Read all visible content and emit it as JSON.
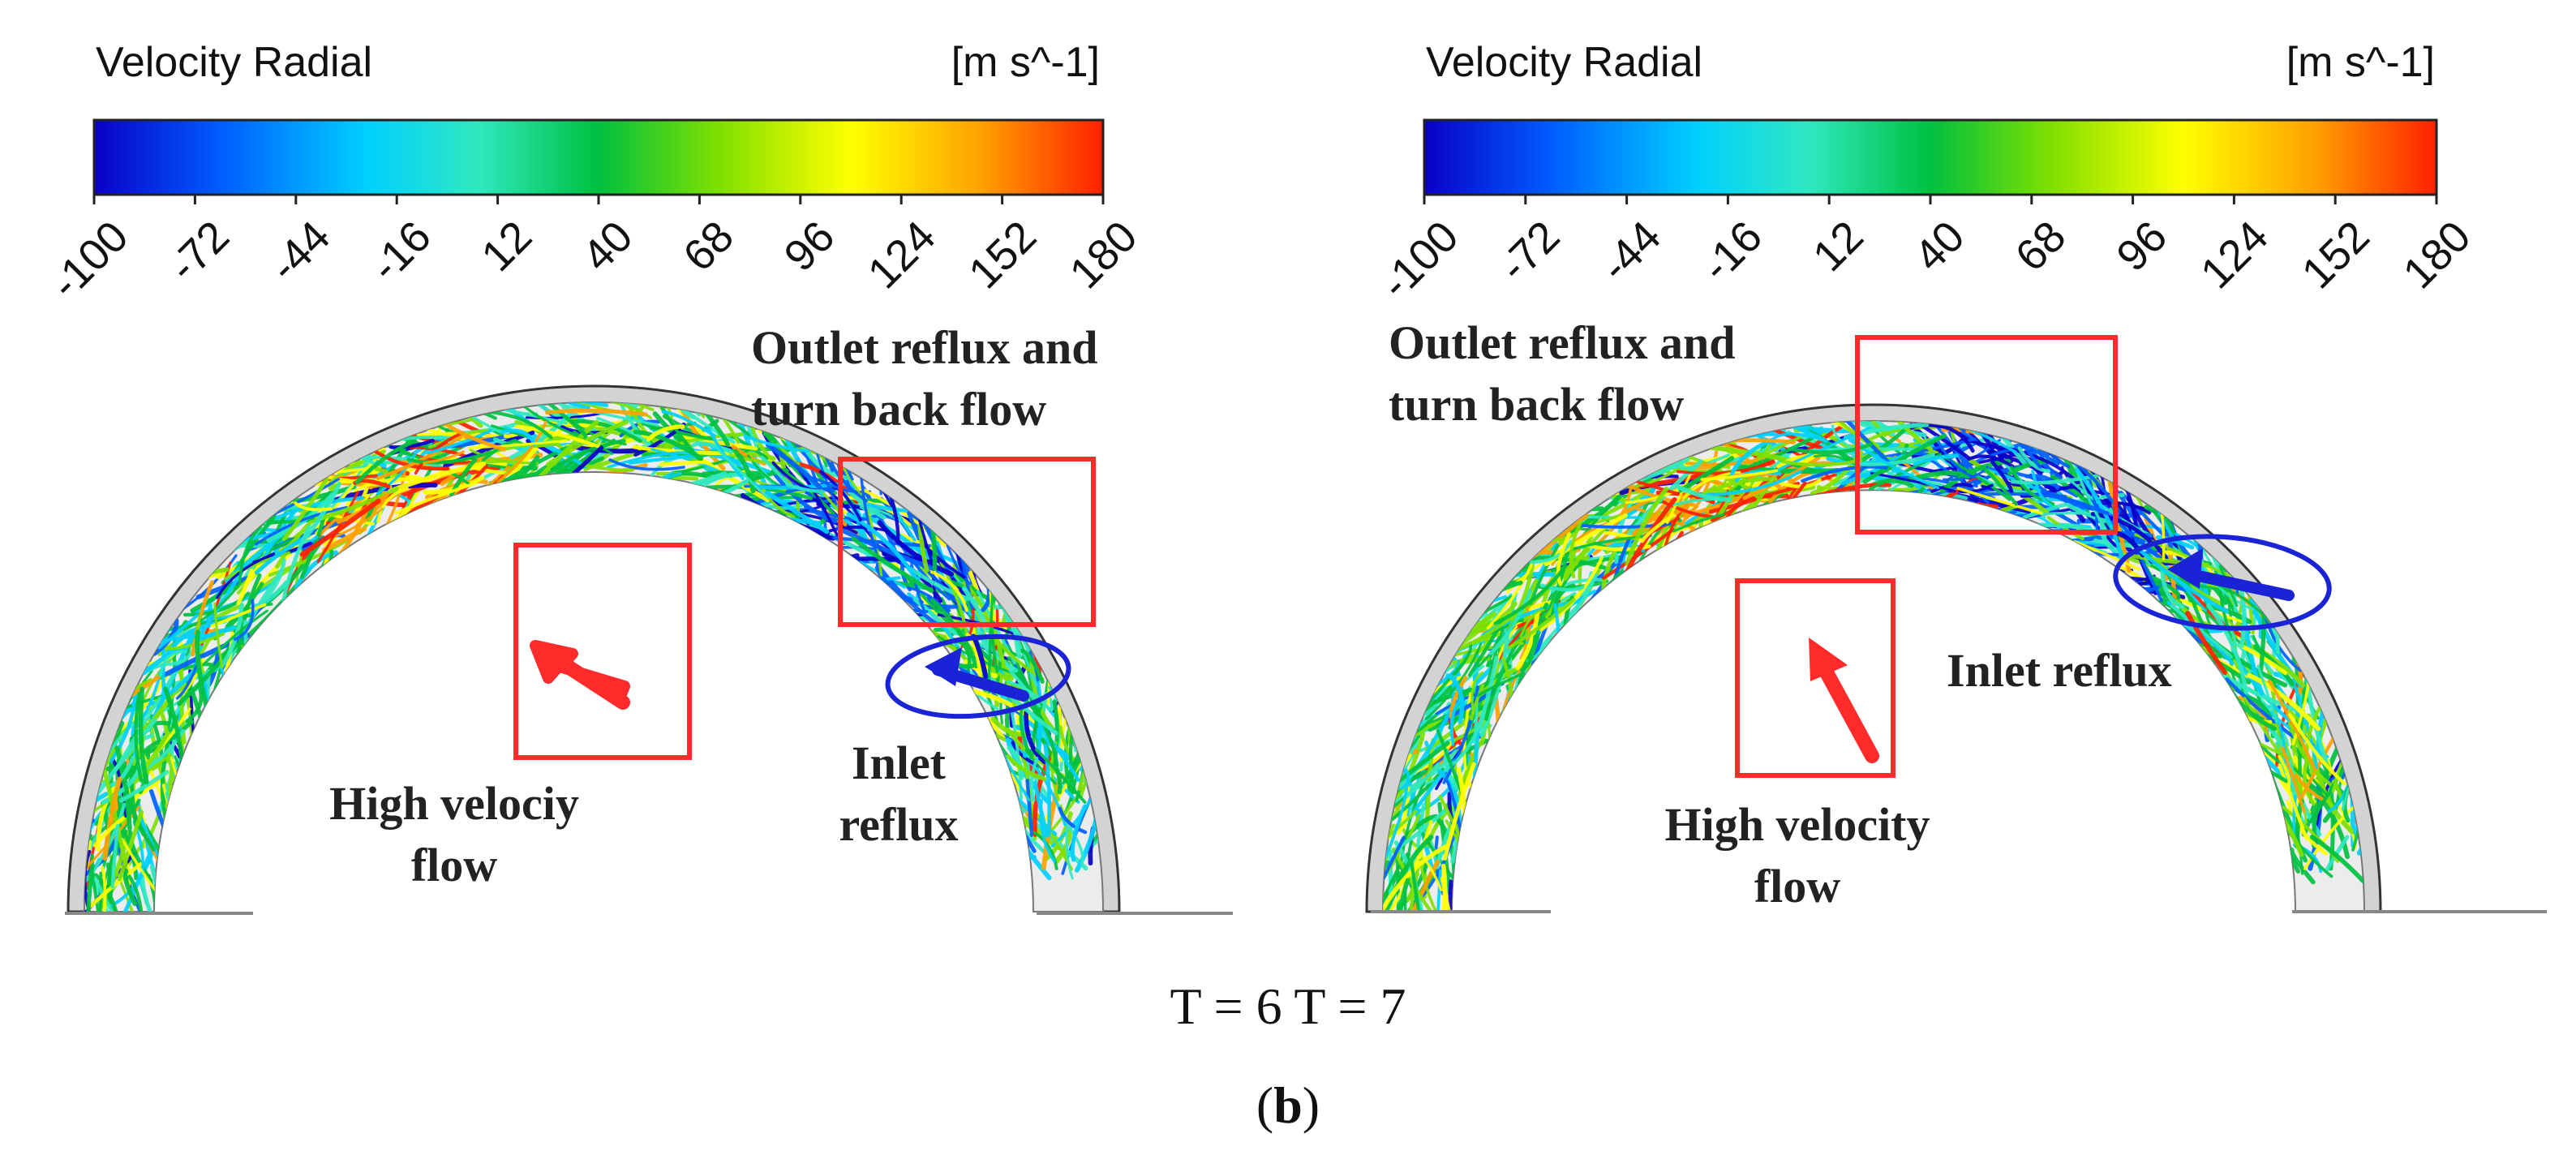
{
  "panels": [
    {
      "id": "t6",
      "colorbar": {
        "title": "Velocity Radial",
        "unit": "[m s^-1]",
        "ticks": [
          "-100",
          "-72",
          "-44",
          "-16",
          "12",
          "40",
          "68",
          "96",
          "124",
          "152",
          "180"
        ]
      },
      "annotations": {
        "outlet": [
          "Outlet reflux and",
          "turn back flow"
        ],
        "high": [
          "High velociy",
          "flow"
        ],
        "inlet": [
          "Inlet",
          "reflux"
        ]
      }
    },
    {
      "id": "t7",
      "colorbar": {
        "title": "Velocity Radial",
        "unit": "[m s^-1]",
        "ticks": [
          "-100",
          "-72",
          "-44",
          "-16",
          "12",
          "40",
          "68",
          "96",
          "124",
          "152",
          "180"
        ]
      },
      "annotations": {
        "outlet": [
          "Outlet reflux and",
          "turn back flow"
        ],
        "high": [
          "High velocity",
          "flow"
        ],
        "inlet": [
          "Inlet reflux"
        ]
      }
    }
  ],
  "caption": {
    "time_labels": "T = 6 T = 7",
    "letter_open": "(",
    "letter": "b",
    "letter_close": ")"
  },
  "colors": {
    "highlight_box": "#ff2a2a",
    "reflux_ellipse": "#1a24d6",
    "annulus_fill": "#d3d3d3",
    "colormap": [
      "#0a00c8",
      "#0060ff",
      "#00d0ff",
      "#30e8c0",
      "#00c040",
      "#80e000",
      "#ffff00",
      "#ffa000",
      "#ff2000"
    ]
  }
}
